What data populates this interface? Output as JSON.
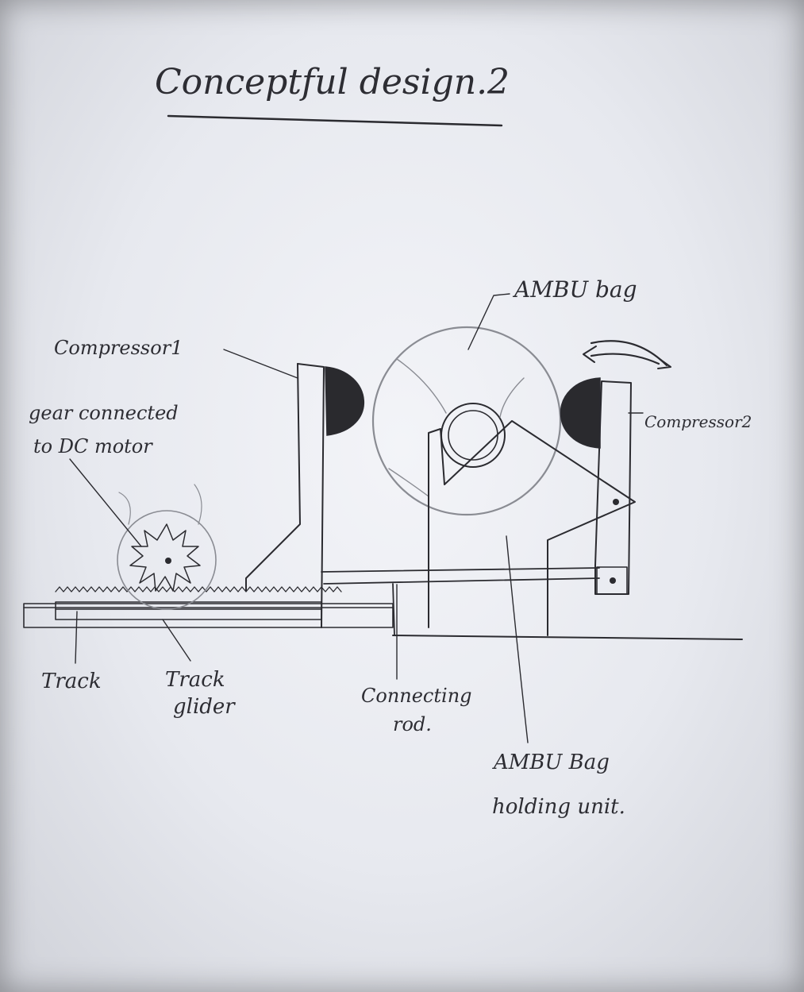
{
  "title": "Conceptful design.2",
  "labels": {
    "ambu_bag": "AMBU bag",
    "compressor1": "Compressor1",
    "compressor2": "Compressor2",
    "gear_line1": "gear connected",
    "gear_line2": "to DC motor",
    "track": "Track",
    "glider_line1": "Track",
    "glider_line2": "glider",
    "rod_line1": "Connecting",
    "rod_line2": "rod.",
    "holding_line1": "AMBU Bag",
    "holding_line2": "holding unit."
  },
  "colors": {
    "ink": "#2b2b30",
    "pencil": "#8a8c93",
    "compressor_fill": "#2a2a2e"
  }
}
